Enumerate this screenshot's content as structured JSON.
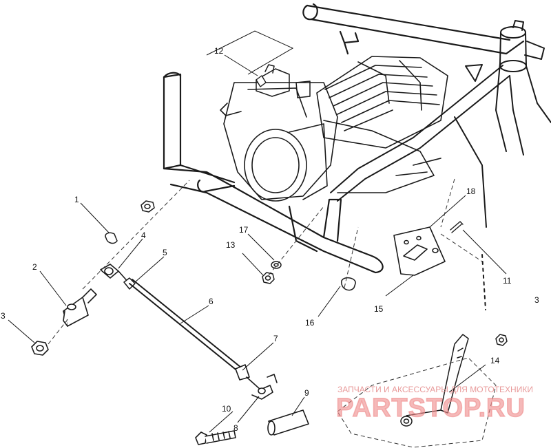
{
  "callouts": {
    "c1": "1",
    "c2": "2",
    "c3a": "3",
    "c3b": "3",
    "c4": "4",
    "c5": "5",
    "c6": "6",
    "c7": "7",
    "c8": "8",
    "c9": "9",
    "c10": "10",
    "c11": "11",
    "c12": "12",
    "c13": "13",
    "c14": "14",
    "c15": "15",
    "c16": "16",
    "c17": "17",
    "c18": "18"
  },
  "watermark": {
    "tagline": "ЗАПЧАСТИ И АКСЕССУАРЫ ДЛЯ МОТОТЕХНИКИ",
    "brand": "PARTSTOP.RU",
    "color": "#ef8a8a"
  },
  "colors": {
    "ink": "#1a1a1a",
    "background": "#ffffff"
  }
}
